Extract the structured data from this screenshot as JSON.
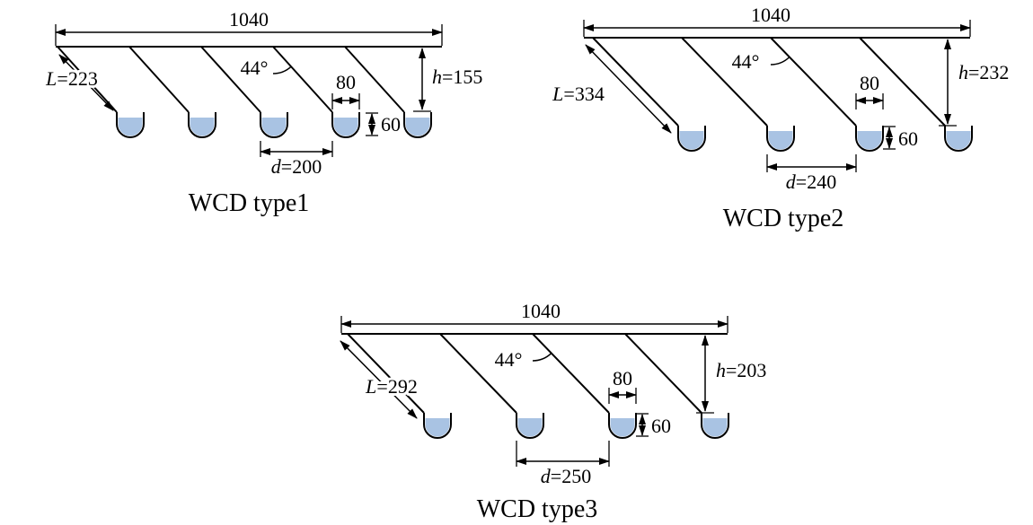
{
  "colors": {
    "liquid": "#a9c3e3",
    "line": "#000000"
  },
  "diagrams": [
    {
      "caption": "WCD type1",
      "width": "1040",
      "angle": "44°",
      "cup_width": "80",
      "cup_depth": "60",
      "L": {
        "sym": "L",
        "val": "=223"
      },
      "h": {
        "sym": "h",
        "val": "=155"
      },
      "d": {
        "sym": "d",
        "val": "=200"
      }
    },
    {
      "caption": "WCD type2",
      "width": "1040",
      "angle": "44°",
      "cup_width": "80",
      "cup_depth": "60",
      "L": {
        "sym": "L",
        "val": "=334"
      },
      "h": {
        "sym": "h",
        "val": "=232"
      },
      "d": {
        "sym": "d",
        "val": "=240"
      }
    },
    {
      "caption": "WCD type3",
      "width": "1040",
      "angle": "44°",
      "cup_width": "80",
      "cup_depth": "60",
      "L": {
        "sym": "L",
        "val": "=292"
      },
      "h": {
        "sym": "h",
        "val": "=203"
      },
      "d": {
        "sym": "d",
        "val": "=250"
      }
    }
  ]
}
